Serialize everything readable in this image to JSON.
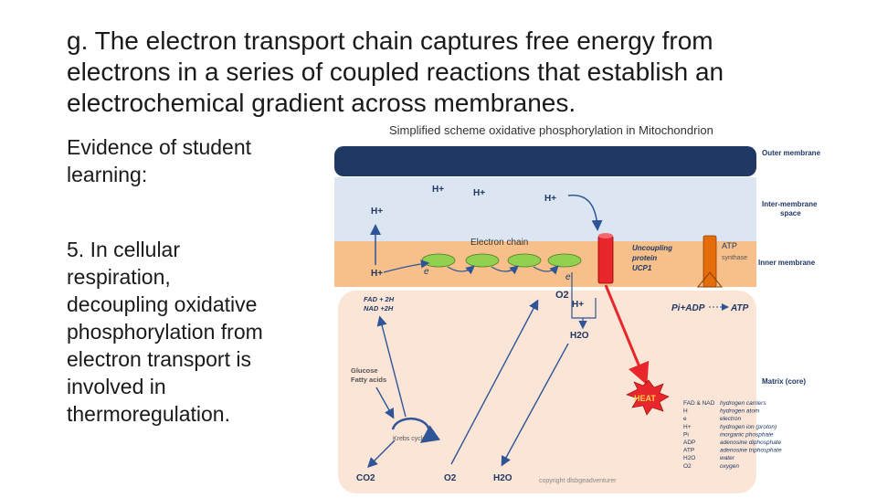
{
  "slide": {
    "title": "g.        The electron transport chain captures free energy from\nelectrons in a series of coupled reactions that establish an\nelectrochemical gradient across membranes.",
    "evidence_heading": "Evidence of student\nlearning:",
    "point5": "5.        In cellular\nrespiration,\ndecoupling oxidative\nphosphorylation from\nelectron transport is\ninvolved in\nthermoregulation."
  },
  "diagram": {
    "title": "Simplified scheme oxidative phosphorylation in Mitochondrion",
    "regions": {
      "outer_membrane": "Outer membrane",
      "intermembrane_space_1": "Inter-membrane",
      "intermembrane_space_2": "space",
      "inner_membrane": "Inner membrane",
      "matrix": "Matrix (core)"
    },
    "labels": {
      "h_plus_1": "H+",
      "h_plus_2": "H+",
      "h_plus_3": "H+",
      "h_plus_4": "H+",
      "h_plus_5": "H+",
      "h_plus_6": "H+",
      "electron_chain": "Electron chain",
      "e_left": "e",
      "e_right": "e",
      "o2_mid": "O2",
      "h2o_mid": "H2O",
      "fad_line1": "FAD + 2H",
      "fad_line2": "NAD +2H",
      "glucose_line1": "Glucose",
      "glucose_line2": "Fatty acids",
      "krebs": "Krebs cycle",
      "co2": "CO2",
      "o2_bottom": "O2",
      "h2o_bottom": "H2O",
      "ucp_line1": "Uncoupling",
      "ucp_line2": "protein",
      "ucp_line3": "UCP1",
      "atp_synthase_1": "ATP",
      "atp_synthase_2": "synthase",
      "pi_adp": "Pi+ADP",
      "atp": "ATP",
      "heat": "HEAT",
      "copyright": "copyright dlsbgeadventurer"
    },
    "legend": [
      {
        "term": "FAD & NAD",
        "desc": "hydrogen carriers"
      },
      {
        "term": "H",
        "desc": "hydrogen atom"
      },
      {
        "term": "e",
        "desc": "electron"
      },
      {
        "term": "H+",
        "desc": "hydrogen ion (proton)"
      },
      {
        "term": "Pi",
        "desc": "inorganic phosphate"
      },
      {
        "term": "ADP",
        "desc": "adenosine diphosphate"
      },
      {
        "term": "ATP",
        "desc": "adenosine triphosphate"
      },
      {
        "term": "H2O",
        "desc": "water"
      },
      {
        "term": "O2",
        "desc": "oxygen"
      }
    ],
    "colors": {
      "outer_membrane": "#1f3864",
      "intermembrane": "#dce6f2",
      "inner_membrane": "#f7c08a",
      "matrix": "#fbe5d6",
      "electron_carrier": "#92d050",
      "ucp": "#e8262b",
      "atp_synthase": "#e46c0a",
      "arrow": "#2e5597",
      "heat_arrow": "#e8262b",
      "heat_star": "#e8262b"
    }
  }
}
